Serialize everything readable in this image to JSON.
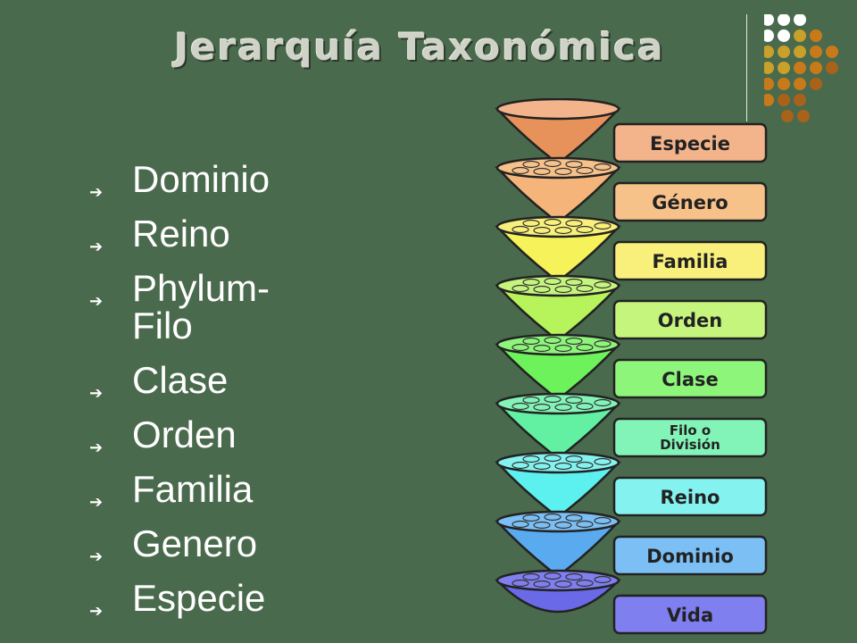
{
  "slide": {
    "title": "Jerarquía Taxonómica",
    "bullets": [
      {
        "text": "Dominio"
      },
      {
        "text": "Reino"
      },
      {
        "text": "Phylum-\nFilo"
      },
      {
        "text": "Clase"
      },
      {
        "text": "Orden"
      },
      {
        "text": "Familia"
      },
      {
        "text": "Genero"
      },
      {
        "text": "Especie"
      }
    ],
    "bullet_icon": "right-arrow-icon"
  },
  "diagram": {
    "levels": [
      {
        "label": "Especie",
        "color": "#e7925b",
        "tag": "#f3b48b"
      },
      {
        "label": "Género",
        "color": "#f5b47a",
        "tag": "#f7c18a"
      },
      {
        "label": "Familia",
        "color": "#f5f25a",
        "tag": "#f8f07a"
      },
      {
        "label": "Orden",
        "color": "#b7f35a",
        "tag": "#c6f57e"
      },
      {
        "label": "Clase",
        "color": "#6ef25b",
        "tag": "#8ef57b"
      },
      {
        "label": "Filo o\nDivisión",
        "color": "#62f1a2",
        "tag": "#83f4b8"
      },
      {
        "label": "Reino",
        "color": "#5cf0ef",
        "tag": "#84f3f0"
      },
      {
        "label": "Dominio",
        "color": "#5aaaf0",
        "tag": "#7cbff4"
      },
      {
        "label": "Vida",
        "color": "#6a6ae8",
        "tag": "#7f7ff0"
      }
    ]
  },
  "decor": {
    "dot_colors": [
      "#ffffff",
      "#c8a02a",
      "#c87a1a",
      "#a8621a"
    ]
  }
}
